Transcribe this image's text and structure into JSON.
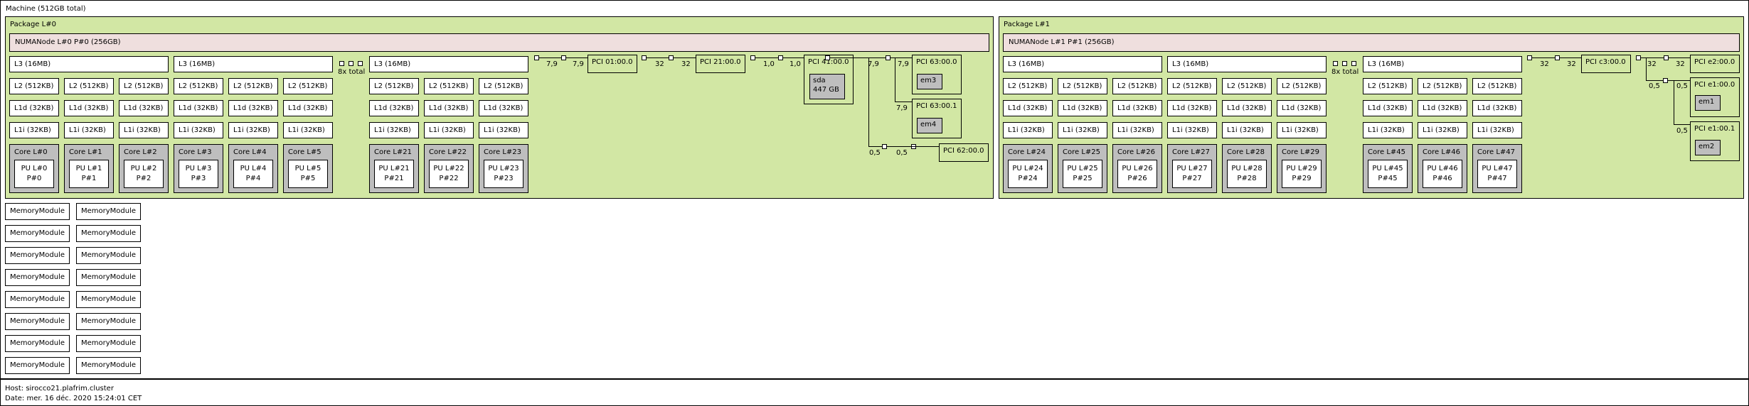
{
  "machine": {
    "title": "Machine (512GB total)"
  },
  "packages": [
    {
      "title": "Package L#0",
      "numa": "NUMANode L#0 P#0 (256GB)"
    },
    {
      "title": "Package L#1",
      "numa": "NUMANode L#1 P#1 (256GB)"
    }
  ],
  "caches": {
    "l3": "L3 (16MB)",
    "l2": "L2 (512KB)",
    "l1d": "L1d (32KB)",
    "l1i": "L1i (32KB)"
  },
  "collapsed_label": "8x total",
  "cores_p0": [
    {
      "core": "Core L#0",
      "pu": "PU L#0",
      "p": "P#0"
    },
    {
      "core": "Core L#1",
      "pu": "PU L#1",
      "p": "P#1"
    },
    {
      "core": "Core L#2",
      "pu": "PU L#2",
      "p": "P#2"
    },
    {
      "core": "Core L#3",
      "pu": "PU L#3",
      "p": "P#3"
    },
    {
      "core": "Core L#4",
      "pu": "PU L#4",
      "p": "P#4"
    },
    {
      "core": "Core L#5",
      "pu": "PU L#5",
      "p": "P#5"
    },
    {
      "core": "Core L#21",
      "pu": "PU L#21",
      "p": "P#21"
    },
    {
      "core": "Core L#22",
      "pu": "PU L#22",
      "p": "P#22"
    },
    {
      "core": "Core L#23",
      "pu": "PU L#23",
      "p": "P#23"
    }
  ],
  "cores_p1": [
    {
      "core": "Core L#24",
      "pu": "PU L#24",
      "p": "P#24"
    },
    {
      "core": "Core L#25",
      "pu": "PU L#25",
      "p": "P#25"
    },
    {
      "core": "Core L#26",
      "pu": "PU L#26",
      "p": "P#26"
    },
    {
      "core": "Core L#27",
      "pu": "PU L#27",
      "p": "P#27"
    },
    {
      "core": "Core L#28",
      "pu": "PU L#28",
      "p": "P#28"
    },
    {
      "core": "Core L#29",
      "pu": "PU L#29",
      "p": "P#29"
    },
    {
      "core": "Core L#45",
      "pu": "PU L#45",
      "p": "P#45"
    },
    {
      "core": "Core L#46",
      "pu": "PU L#46",
      "p": "P#46"
    },
    {
      "core": "Core L#47",
      "pu": "PU L#47",
      "p": "P#47"
    }
  ],
  "pci": {
    "p0": [
      {
        "name": "PCI 01:00.0",
        "bw_a": "7,9",
        "bw_b": "7,9"
      },
      {
        "name": "PCI 21:00.0",
        "bw_a": "32",
        "bw_b": "32"
      },
      {
        "name": "PCI 41:00.0",
        "bw_a": "1,0",
        "bw_b": "1,0",
        "disk": "sda",
        "disk_size": "447 GB"
      },
      {
        "name": "PCI 63:00.0",
        "bw": "7,9",
        "dev": "em3"
      },
      {
        "name": "PCI 63:00.1",
        "bw": "7,9",
        "dev": "em4"
      },
      {
        "name": "PCI 62:00.0",
        "bw_a": "0,5",
        "bw_b": "0,5"
      }
    ],
    "p1": [
      {
        "name": "PCI c3:00.0",
        "bw_a": "32",
        "bw_b": "32"
      },
      {
        "name": "PCI e2:00.0",
        "bw_a": "32",
        "bw_b": "32"
      },
      {
        "name": "PCI e1:00.0",
        "bw_a": "0,5",
        "bw_b": "0,5",
        "dev": "em1"
      },
      {
        "name": "PCI e1:00.1",
        "bw": "0,5",
        "dev": "em2"
      }
    ]
  },
  "memory_modules": [
    "MemoryModule",
    "MemoryModule",
    "MemoryModule",
    "MemoryModule",
    "MemoryModule",
    "MemoryModule",
    "MemoryModule",
    "MemoryModule",
    "MemoryModule",
    "MemoryModule",
    "MemoryModule",
    "MemoryModule",
    "MemoryModule",
    "MemoryModule",
    "MemoryModule",
    "MemoryModule"
  ],
  "footer": {
    "host": "Host: sirocco21.plafrim.cluster",
    "date": "Date: mer. 16 déc. 2020 15:24:01 CET"
  }
}
